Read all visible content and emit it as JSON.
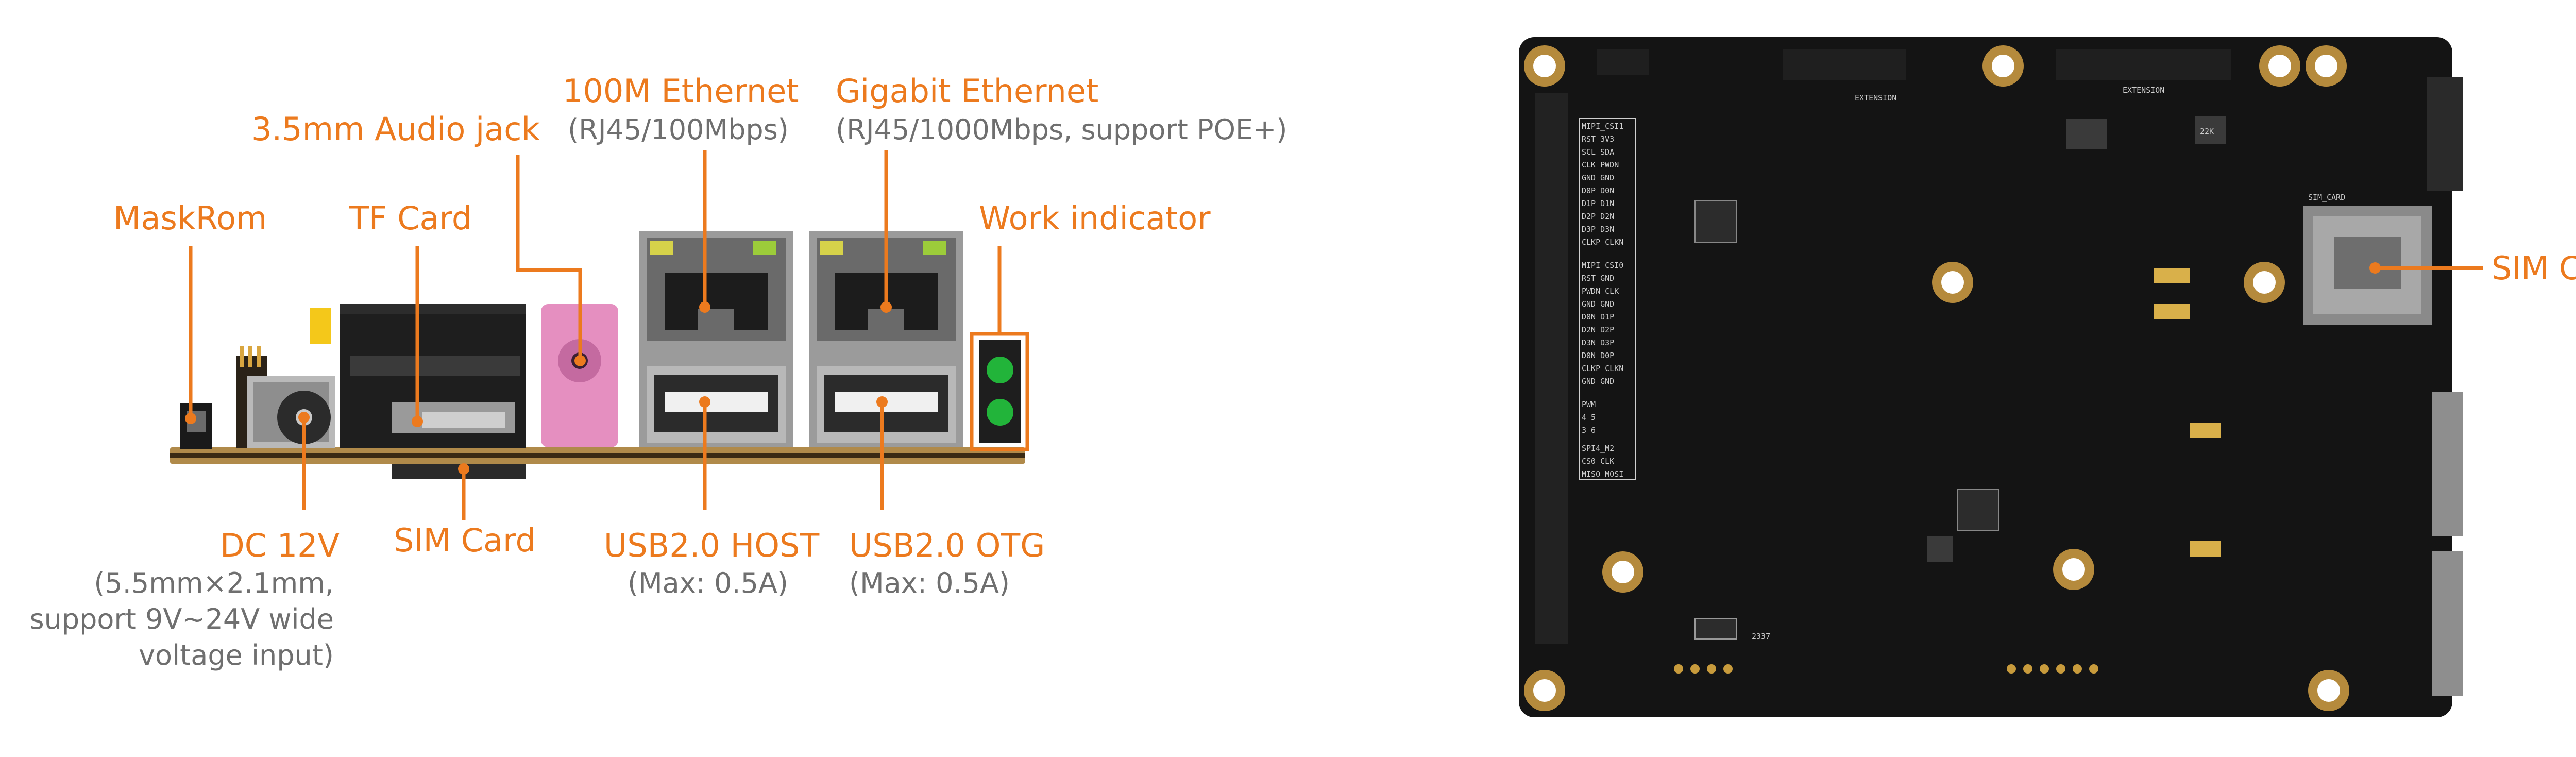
{
  "labels": {
    "maskrom": "MaskRom",
    "tf_card": "TF Card",
    "audio_jack": "3.5mm Audio jack",
    "eth100": "100M Ethernet",
    "eth100_sub": "(RJ45/100Mbps)",
    "gigabit": "Gigabit Ethernet",
    "gigabit_sub": "(RJ45/1000Mbps, support POE+)",
    "work_indicator": "Work indicator",
    "dc12v": "DC 12V",
    "dc12v_sub": [
      "(5.5mm×2.1mm,",
      "support 9V~24V wide",
      "voltage input)"
    ],
    "sim_card_side": "SIM Card",
    "usb_host": "USB2.0 HOST",
    "usb_host_sub": "(Max: 0.5A)",
    "usb_otg": "USB2.0 OTG",
    "usb_otg_sub": "(Max: 0.5A)",
    "sim_card_back": "SIM Card"
  },
  "silkscreen": {
    "extension_top": "EXTENSION",
    "extension_mid": "EXTENSION",
    "sim_slot": "SIM_CARD",
    "date_code": "2337",
    "chip_mark": "22K",
    "mipi_csi1": "MIPI_CSI1",
    "mipi_csi0": "MIPI_CSI0",
    "spi_m2": "SPI4_M2",
    "pwm": "PWM",
    "csi_pins": [
      "RST  3V3",
      "SCL  SDA",
      "CLK  PWDN",
      "GND  GND",
      "D0P  D0N",
      "D1P  D1N",
      "D2P  D2N",
      "D3P  D3N",
      "CLKP CLKN"
    ],
    "csi0_pins": [
      "RST  GND",
      "PWDN CLK",
      "GND  GND",
      "D0N  D1P",
      "D2N  D2P",
      "D3N  D3P",
      "D0N  D0P",
      "CLKP CLKN",
      "GND  GND"
    ],
    "spi_pins": [
      "CS0  CLK",
      "MISO MOSI"
    ],
    "pwm_pins": [
      "4   5",
      "3   6"
    ]
  }
}
